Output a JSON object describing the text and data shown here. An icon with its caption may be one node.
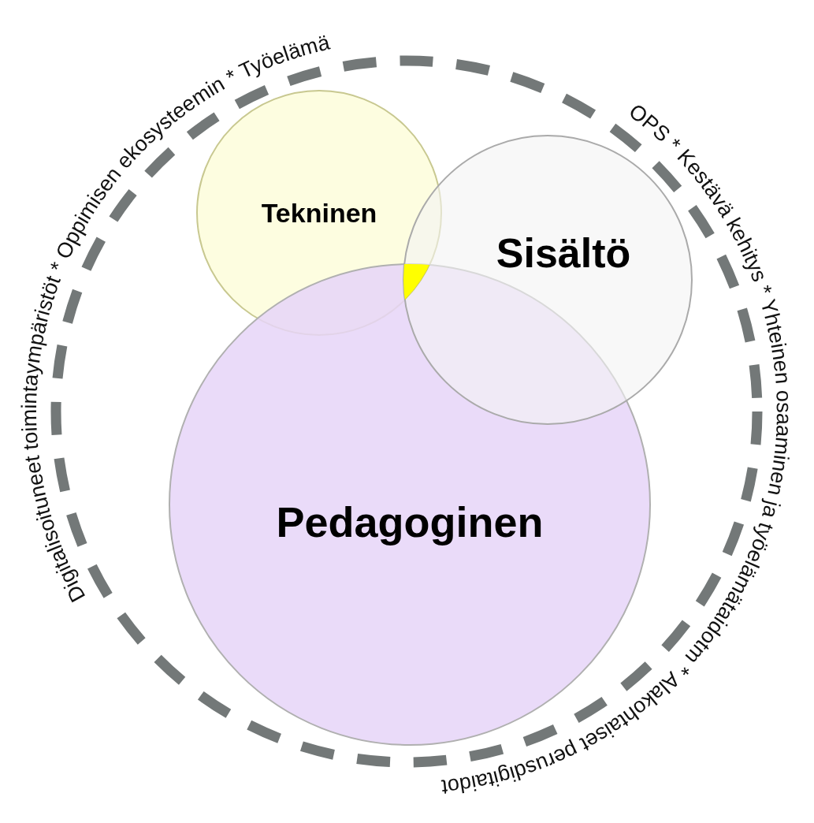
{
  "diagram": {
    "nodes": [
      {
        "text": [
          "Tekninen"
        ]
      },
      {
        "text": [
          "Sisältö"
        ]
      },
      {
        "text": [
          "Pedagoginen"
        ]
      }
    ],
    "labels": [
      "Digitalisoituneet toimintaympäristöt * Oppimisen ekosysteemin * Työelämä",
      "OPS * Kestävä kehitys * Yhteinen osaaminen ja työelämätaidotm * Alakohtaiset perusdigitaidot"
    ]
  }
}
